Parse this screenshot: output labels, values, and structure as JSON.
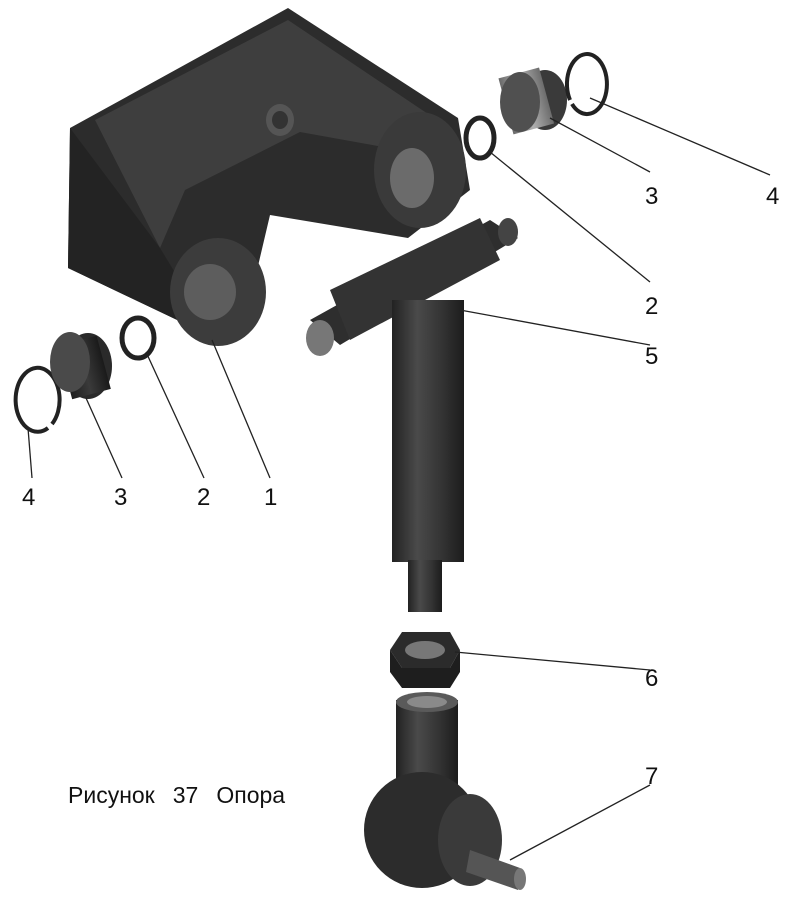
{
  "caption": {
    "prefix": "Рисунок",
    "number": "37",
    "title": "Опора"
  },
  "callouts": {
    "left_ring": "4",
    "left_bearing": "3",
    "left_washer": "2",
    "bracket": "1",
    "right_bearing": "3",
    "right_ring": "4",
    "right_washer": "2",
    "pin": "5",
    "nut": "6",
    "tip": "7"
  },
  "colors": {
    "part_dark": "#2a2a2a",
    "part_mid": "#555555",
    "part_light": "#8a8a8a",
    "background": "#ffffff"
  }
}
